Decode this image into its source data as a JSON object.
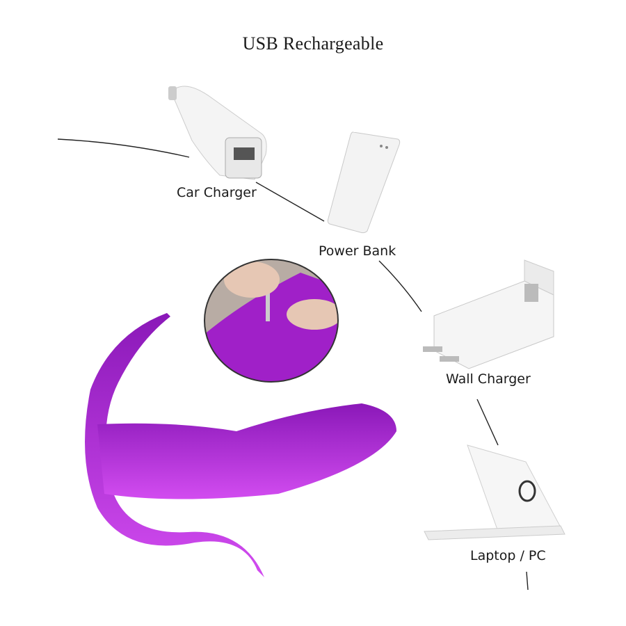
{
  "title": "USB  Rechargeable",
  "chargers": [
    {
      "label": "Car Charger",
      "icon": "car-charger-icon"
    },
    {
      "label": "Power Bank",
      "icon": "power-bank-icon"
    },
    {
      "label": "Wall Charger",
      "icon": "wall-charger-icon"
    },
    {
      "label": "Laptop / PC",
      "icon": "laptop-icon"
    }
  ],
  "colors": {
    "device_purple": "#a020c8",
    "device_highlight": "#d24cf0",
    "line": "#222222",
    "appliance_white": "#f2f2f2"
  }
}
